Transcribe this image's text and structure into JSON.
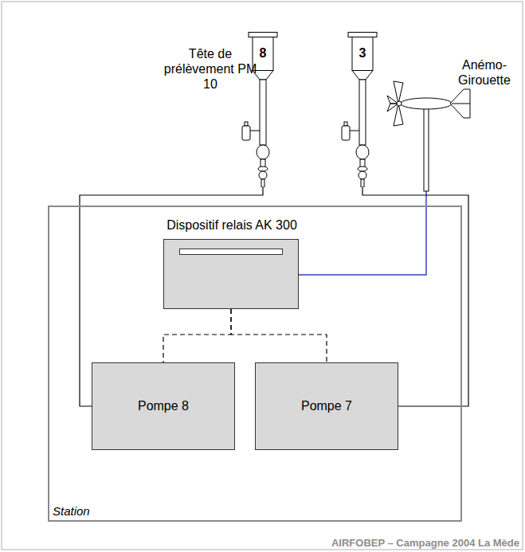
{
  "diagram": {
    "nodes": [
      {
        "text": [
          "8"
        ]
      },
      {
        "text": [
          "3"
        ]
      },
      {
        "text": [
          "Station"
        ]
      },
      {
        "text": [
          "Dispositif relais AK 300"
        ],
        "in": 2
      },
      {
        "text": [
          "Pompe 8"
        ],
        "in": 2
      },
      {
        "text": [
          "Pompe 7"
        ],
        "in": 2
      }
    ],
    "edges": [
      {
        "from": 3,
        "to": 4,
        "arrow": "none"
      },
      {
        "from": 3,
        "to": 5,
        "arrow": "none"
      },
      {
        "from": 0,
        "to": 4,
        "arrow": "none"
      },
      {
        "from": 1,
        "to": 5,
        "arrow": "none"
      }
    ],
    "labels": [
      "Tête de prélèvement PM 10",
      "Anémo-Girouette",
      "AIRFOBEP – Campagne 2004 La Mède"
    ]
  }
}
